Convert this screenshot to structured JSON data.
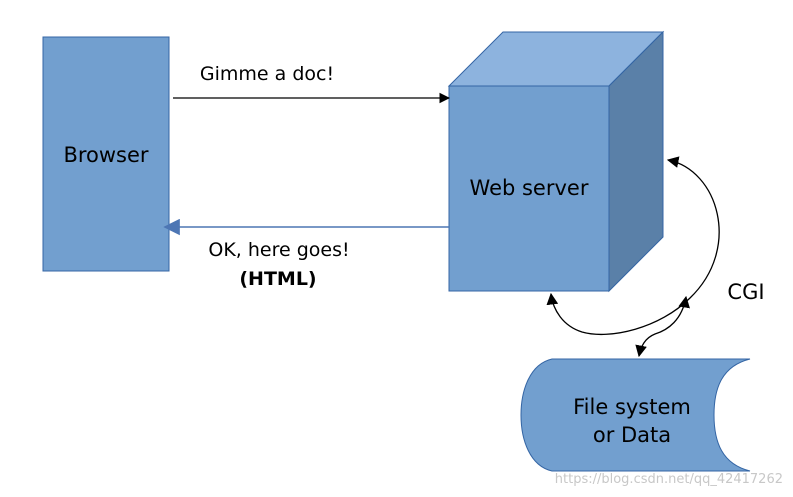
{
  "nodes": {
    "browser": {
      "label": "Browser"
    },
    "web_server": {
      "label": "Web server"
    },
    "data_store": {
      "label_line1": "File system",
      "label_line2": "or Data"
    }
  },
  "edges": {
    "request": {
      "label": "Gimme a doc!"
    },
    "response": {
      "label": "OK, here goes!",
      "sublabel": "(HTML)"
    },
    "cgi": {
      "label": "CGI"
    }
  },
  "watermark": "https://blog.csdn.net/qq_42417262",
  "colors": {
    "box_fill": "#729fcf",
    "box_stroke": "#3465a4",
    "cube_top": "#8db3de",
    "cube_side": "#5a80a8",
    "arrow": "#000000",
    "response_arrow": "#4d76b4"
  }
}
